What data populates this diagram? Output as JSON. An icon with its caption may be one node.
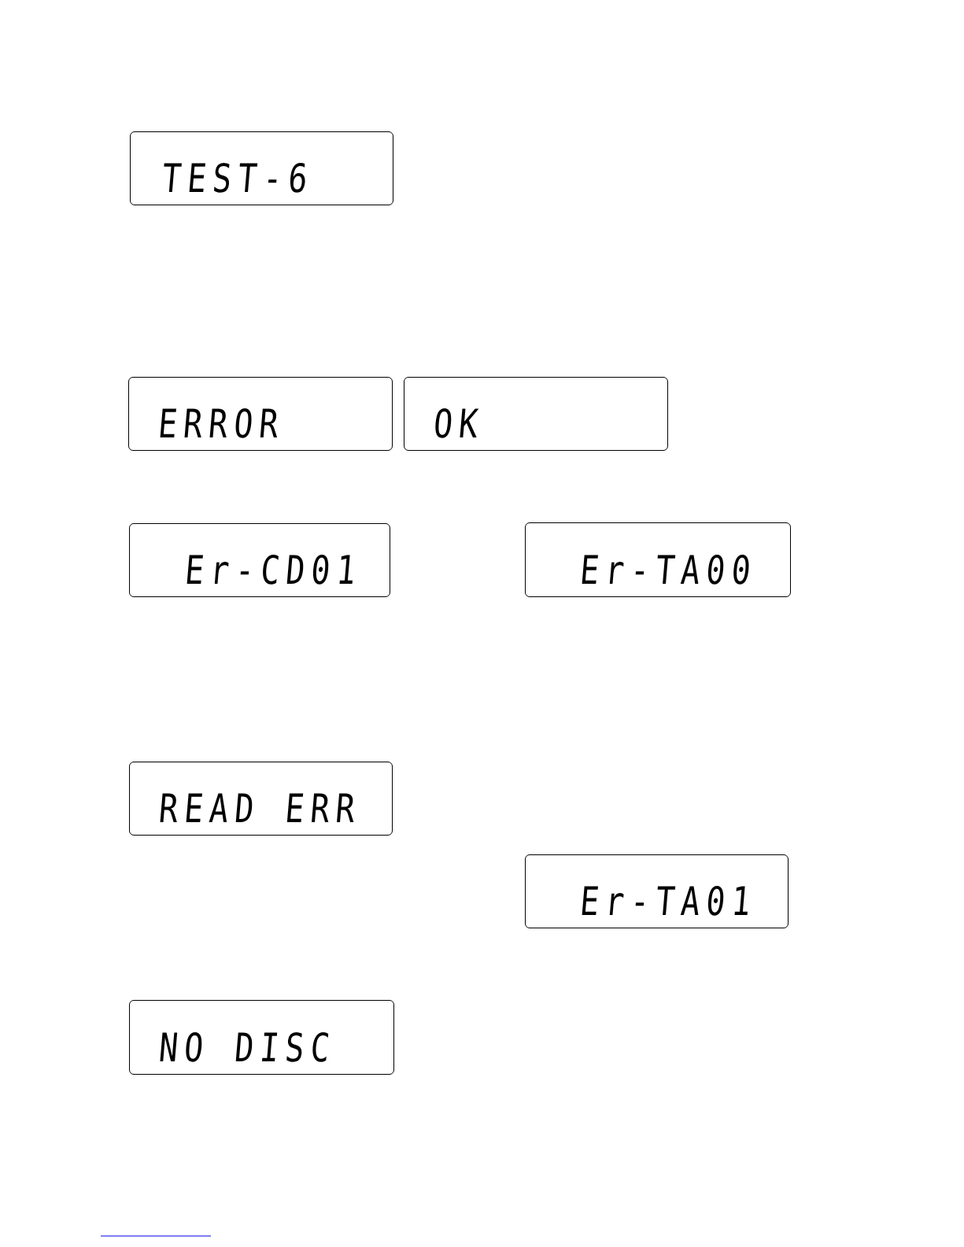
{
  "diagram": {
    "nodes": [
      {
        "text": [
          "TEST-6"
        ]
      },
      {
        "text": [
          "ERROR"
        ]
      },
      {
        "text": [
          "OK"
        ]
      },
      {
        "text": [
          "Er-CD01"
        ]
      },
      {
        "text": [
          "Er-TA00"
        ]
      },
      {
        "text": [
          "READ ERR"
        ]
      },
      {
        "text": [
          "Er-TA01"
        ]
      },
      {
        "text": [
          "NO DISC"
        ]
      }
    ]
  }
}
